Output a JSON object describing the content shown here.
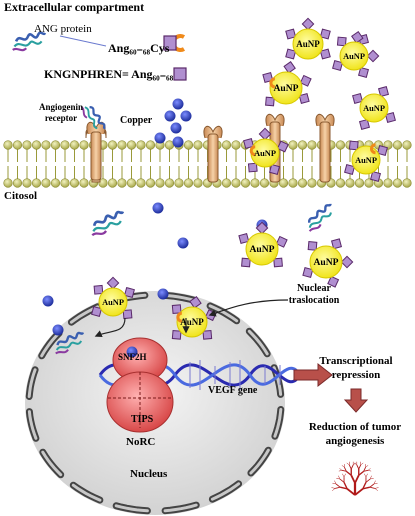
{
  "labels": {
    "extracellular": "Extracellular compartment",
    "ang_protein": "ANG protein",
    "ang_cys": "Ang₆₀₋₆₈Cys",
    "kngnphren": "KNGNPHREN= Ang₆₀₋₆₈",
    "angiogenin_receptor_1": "Angiogenin",
    "angiogenin_receptor_2": "receptor",
    "copper": "Copper",
    "citosol": "Citosol",
    "nuclear_translocation_1": "Nuclear",
    "nuclear_translocation_2": "traslocation",
    "snf2h": "SNF2H",
    "tips": "TIPS",
    "norc": "NoRC",
    "vegf_gene": "VEGF gene",
    "nucleus": "Nucleus",
    "transcriptional_1": "Transcriptional",
    "transcriptional_2": "repression",
    "reduction_1": "Reduction of tumor",
    "reduction_2": "angiogenesis",
    "aunp": "AuNP"
  },
  "colors": {
    "membrane_bead": "#c8c86a",
    "membrane_line": "#9a9a3a",
    "aunp_fill": "#f4ef2a",
    "aunp_stroke": "#d7c800",
    "copper": "#2a3fbf",
    "peptide_fill": "#b08fd0",
    "peptide_stroke": "#5a2a6a",
    "cys_fill": "#f08a1a",
    "receptor": "#e8b788",
    "nucleus_fill": "#dcdcdc",
    "nucleus_pore": "#555555",
    "norc_fill": "#e86a6a",
    "dna_blue": "#2a2ab0",
    "dna_red": "#b01a1a",
    "arrow_red": "#b8504a",
    "vessels": "#b01a1a"
  }
}
